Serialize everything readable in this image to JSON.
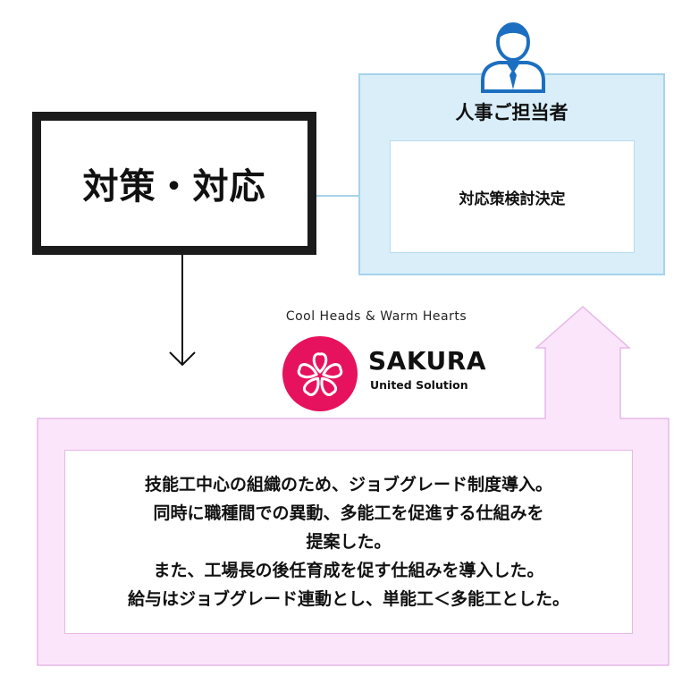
{
  "main": {
    "title": "対策・対応"
  },
  "hr": {
    "title": "人事ご担当者",
    "task": "対応策検討決定"
  },
  "logo": {
    "tagline": "Cool Heads & Warm Hearts",
    "name": "SAKURA",
    "subtitle": "United Solution"
  },
  "description": {
    "lines": [
      "技能工中心の組織のため、ジョブグレード制度導入。",
      "同時に職種間での異動、多能工を促進する仕組みを",
      "提案した。",
      "また、工場長の後任育成を促す仕組みを導入した。",
      "給与はジョブグレード連動とし、単能工＜多能工とした。"
    ]
  },
  "colors": {
    "hr_panel_bg": "#d9eef9",
    "hr_panel_border": "#a6d3ec",
    "pink_panel_bg": "#fbe5fb",
    "pink_panel_border": "#e7b8e7",
    "logo_red": "#e6125d",
    "person_blue": "#1c6fc0",
    "main_border": "#1b1b1b"
  },
  "icons": [
    "person-icon",
    "arrow-down-icon",
    "arrow-up-icon",
    "sakura-flower-icon"
  ]
}
